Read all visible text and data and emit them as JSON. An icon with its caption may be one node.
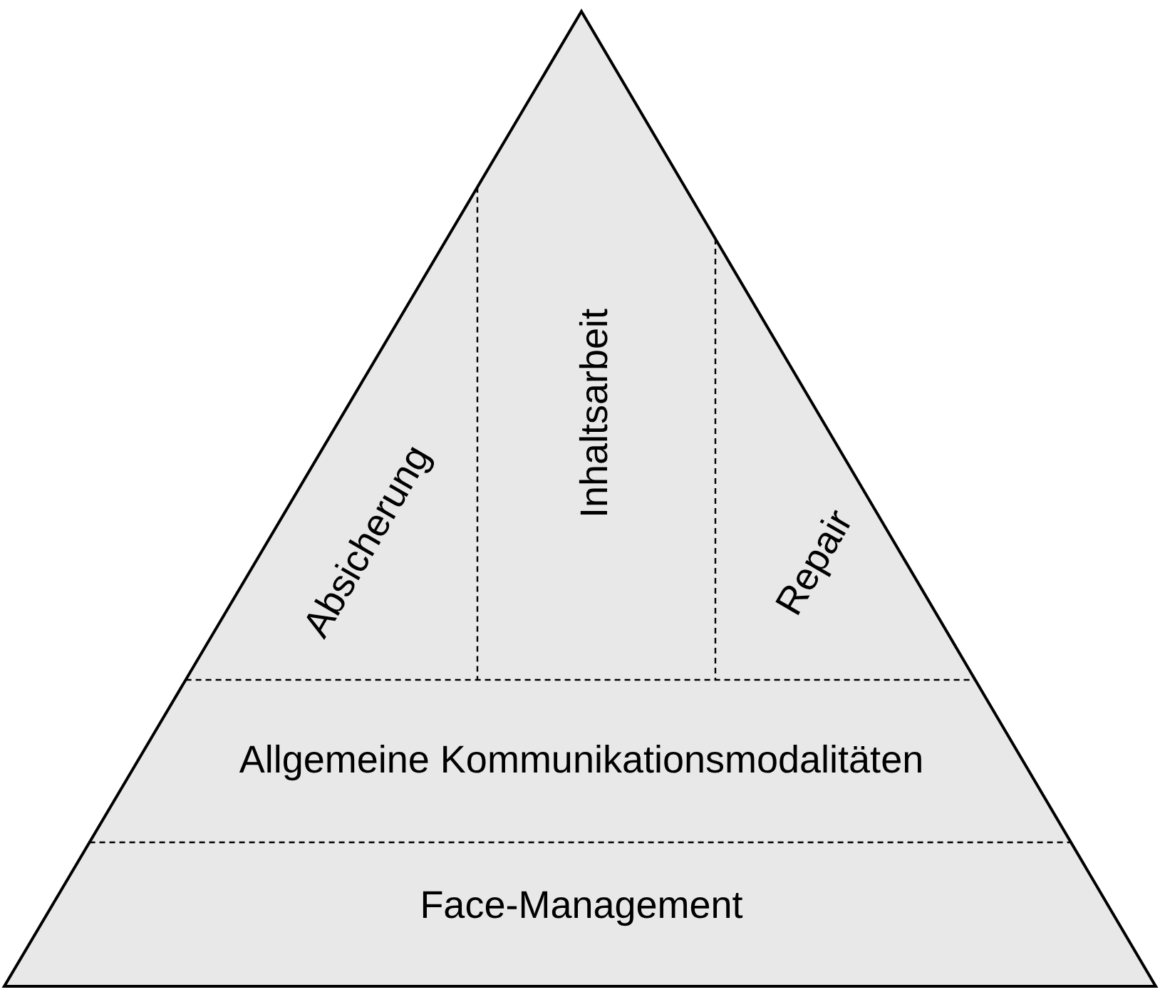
{
  "diagram": {
    "nodes": [
      {
        "text": [
          "Absicherung"
        ]
      },
      {
        "text": [
          "Inhaltsarbeit"
        ]
      },
      {
        "text": [
          "Repair"
        ]
      },
      {
        "text": [
          "Allgemeine Kommunikationsmodalitäten"
        ]
      },
      {
        "text": [
          "Face-Management"
        ]
      }
    ]
  }
}
